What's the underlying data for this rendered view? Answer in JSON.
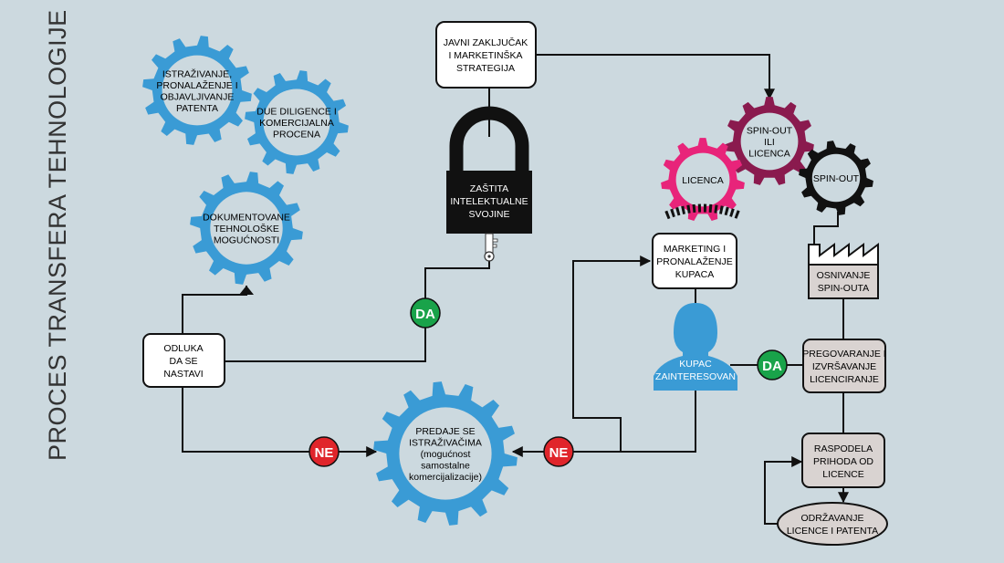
{
  "title": "PROCES TRANSFERA TEHNOLOGIJE",
  "colors": {
    "gear_blue": "#3a9bd5",
    "gear_magenta": "#e8247a",
    "gear_dark_magenta": "#8a1a4e",
    "gear_black": "#111111",
    "badge_green": "#19a34a",
    "badge_red": "#e0252b",
    "box_fill": "#ffffff",
    "box_gray": "#d9d3d1",
    "person_blue": "#3a9bd5"
  },
  "gears": {
    "istrazivanje": [
      "ISTRAŽIVANJE,",
      "PRONALAŽENJE I",
      "OBJAVLJIVANJE",
      "PATENTA"
    ],
    "due_diligence": [
      "DUE DILIGENCE I",
      "KOMERCIJALNA",
      "PROCENA"
    ],
    "dokumentovane": [
      "DOKUMENTOVANE",
      "TEHNOLOŠKE",
      "MOGUĆNOSTI"
    ],
    "predaje": [
      "PREDAJE SE",
      "ISTRAŽIVAČIMA",
      "(mogućnost",
      "samostalne",
      "komercijalizacije)"
    ],
    "spinout_licenca": [
      "SPIN-OUT",
      "ILI",
      "LICENCA"
    ],
    "licenca": [
      "LICENCA"
    ],
    "spinout": [
      "SPIN-OUT"
    ]
  },
  "boxes": {
    "javni": [
      "JAVNI ZAKLJUČAK",
      "I MARKETINŠKA",
      "STRATEGIJA"
    ],
    "odluka": [
      "ODLUKA",
      "DA SE",
      "NASTAVI"
    ],
    "marketing": [
      "MARKETING I",
      "PRONALAŽENJE",
      "KUPACA"
    ],
    "osnivanje": [
      "OSNIVANJE",
      "SPIN-OUTA"
    ],
    "pregovaranje": [
      "PREGOVARANJE I",
      "IZVRŠAVANJE",
      "LICENCIRANJE"
    ],
    "raspodela": [
      "RASPODELA",
      "PRIHODA OD",
      "LICENCE"
    ],
    "odrzavanje": [
      "ODRŽAVANJE",
      "LICENCE I PATENTA"
    ]
  },
  "lock": [
    "ZAŠTITA",
    "INTELEKTUALNE",
    "SVOJINE"
  ],
  "person": [
    "KUPAC",
    "ZAINTERESOVAN"
  ],
  "badges": {
    "da_left": "DA",
    "da_right": "DA",
    "ne_left": "NE",
    "ne_right": "NE"
  },
  "icons": {
    "lock": "padlock-icon",
    "key": "key-icon",
    "person": "person-silhouette-icon",
    "factory": "factory-icon"
  }
}
